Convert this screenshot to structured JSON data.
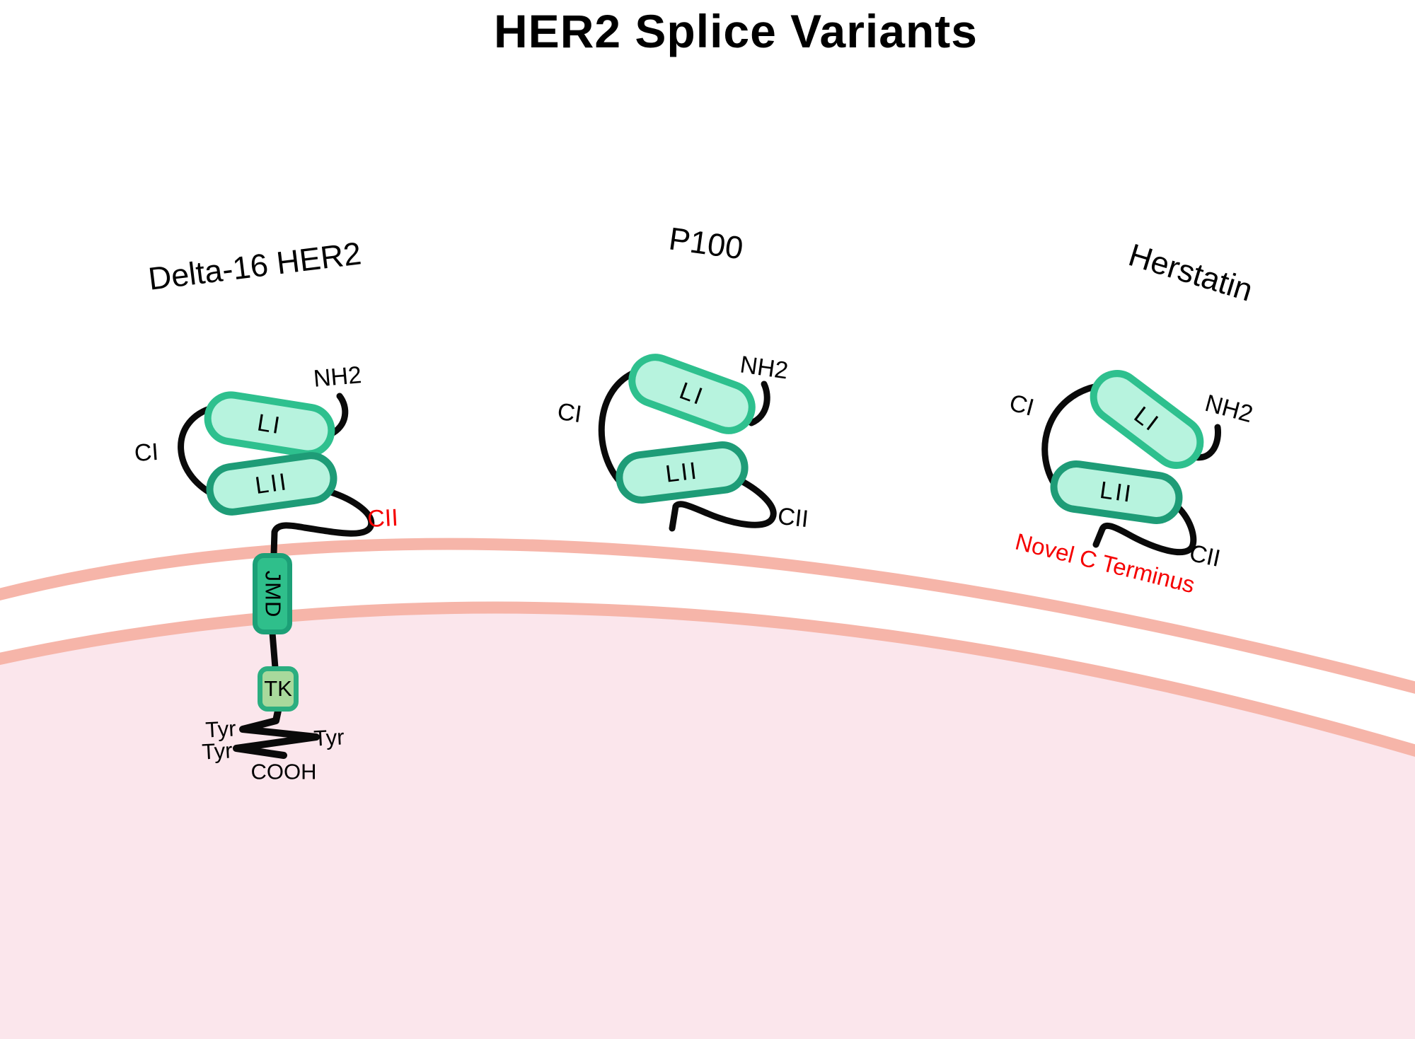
{
  "title": "HER2 Splice Variants",
  "colors": {
    "membrane_salmon": "#f6b5a9",
    "cytoplasm_pink": "#fbe6ec",
    "domain_fill_mint": "#b7f3de",
    "domain_border_light_green": "#2ec08e",
    "domain_border_dark_teal": "#1e9c77",
    "jmd_fill": "#2fbf8b",
    "jmd_border": "#1ca077",
    "tk_fill": "#a8d99c",
    "tk_border": "#2bae80",
    "highlight_red": "#f50000",
    "linker_black": "#0a0a0a"
  },
  "variants": {
    "delta16": {
      "name": "Delta-16 HER2",
      "li_label": "LI",
      "lii_label": "LII",
      "jmd_label": "JMD",
      "tk_label": "TK",
      "nh2_label": "NH2",
      "ci_label": "CI",
      "cii_label": "CII",
      "tyr_label_1": "Tyr",
      "tyr_label_2": "Tyr",
      "tyr_label_3": "Tyr",
      "cooh_label": "COOH"
    },
    "p100": {
      "name": "P100",
      "li_label": "LI",
      "lii_label": "LII",
      "nh2_label": "NH2",
      "ci_label": "CI",
      "cii_label": "CII"
    },
    "herstatin": {
      "name": "Herstatin",
      "li_label": "LI",
      "lii_label": "LII",
      "nh2_label": "NH2",
      "ci_label": "CI",
      "cii_label": "CII",
      "novel_c_terminus_label": "Novel C Terminus"
    }
  }
}
